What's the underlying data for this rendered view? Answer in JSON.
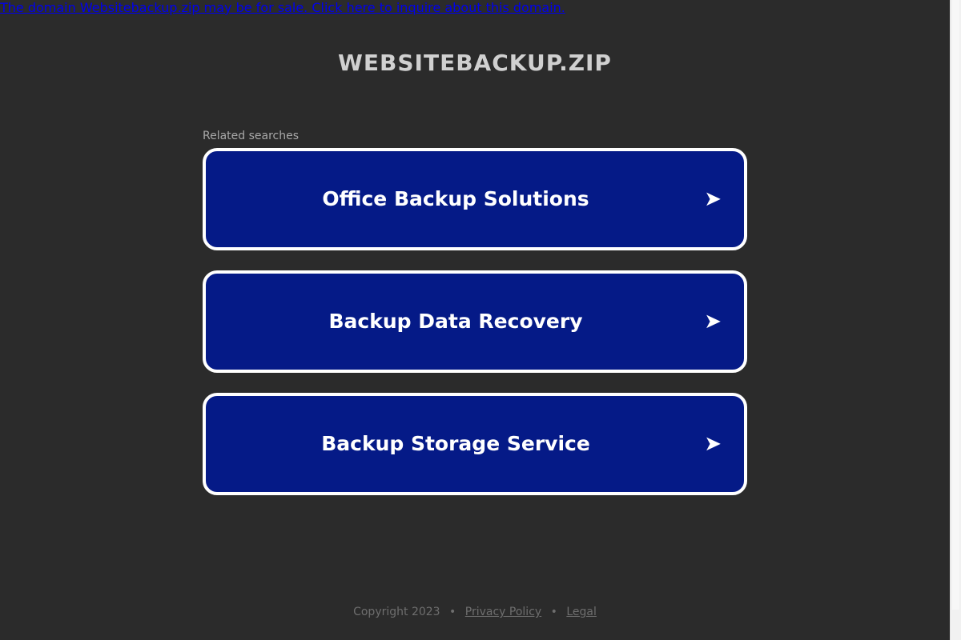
{
  "banner": {
    "text": "The domain Websitebackup.zip may be for sale. Click here to inquire about this domain."
  },
  "site": {
    "title": "WEBSITEBACKUP.ZIP"
  },
  "related": {
    "heading": "Related searches",
    "items": [
      {
        "label": "Office Backup Solutions",
        "icon": "arrow-right-icon"
      },
      {
        "label": "Backup Data Recovery",
        "icon": "arrow-right-icon"
      },
      {
        "label": "Backup Storage Service",
        "icon": "arrow-right-icon"
      }
    ],
    "arrow_glyph": "➤"
  },
  "footer": {
    "copyright": "Copyright 2023",
    "separator": "•",
    "privacy_label": "Privacy Policy",
    "legal_label": "Legal"
  },
  "colors": {
    "background": "#2b2b2b",
    "card_fill": "#051a87",
    "card_border": "#ffffff",
    "banner_link": "#0000ee"
  }
}
